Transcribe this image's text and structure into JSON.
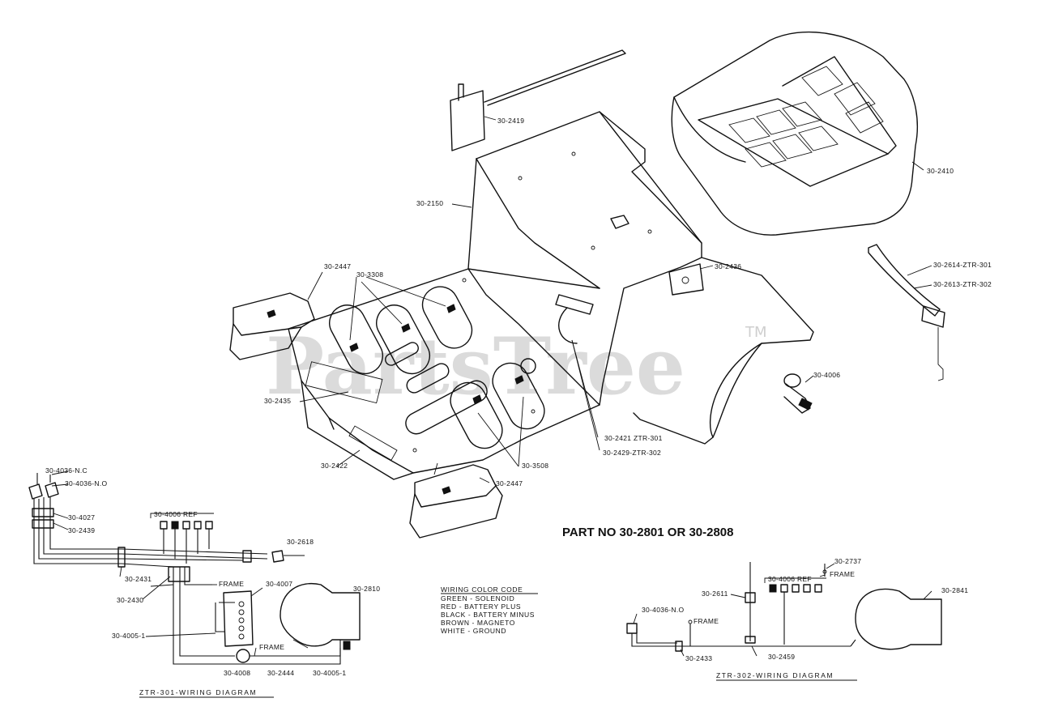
{
  "title": "PART NO 30-2801 OR 30-2808",
  "watermark": "PartsTree",
  "trademark": "TM",
  "part_labels": [
    {
      "id": "p2419",
      "text": "30-2419"
    },
    {
      "id": "p2150",
      "text": "30-2150"
    },
    {
      "id": "p2410",
      "text": "30-2410"
    },
    {
      "id": "p2447a",
      "text": "30-2447"
    },
    {
      "id": "p3308",
      "text": "30-3308"
    },
    {
      "id": "p2436",
      "text": "30-2436"
    },
    {
      "id": "p2614",
      "text": "30-2614-ZTR-301"
    },
    {
      "id": "p2613",
      "text": "30-2613-ZTR-302"
    },
    {
      "id": "p2435",
      "text": "30-2435"
    },
    {
      "id": "p4006",
      "text": "30-4006"
    },
    {
      "id": "p2421",
      "text": "30-2421 ZTR-301"
    },
    {
      "id": "p2429",
      "text": "30-2429-ZTR-302"
    },
    {
      "id": "p2422",
      "text": "30-2422"
    },
    {
      "id": "p3508",
      "text": "30-3508"
    },
    {
      "id": "p2447b",
      "text": "30-2447"
    }
  ],
  "ztr301": {
    "caption": "ZTR-301-WIRING DIAGRAM",
    "labels": [
      {
        "id": "w1",
        "text": "30-4036-N.C"
      },
      {
        "id": "w2",
        "text": "30-4036-N.O"
      },
      {
        "id": "w3",
        "text": "30-4027"
      },
      {
        "id": "w4",
        "text": "30-2439"
      },
      {
        "id": "w5",
        "text": "30-4006 REF"
      },
      {
        "id": "w6",
        "text": "30-2618"
      },
      {
        "id": "w7",
        "text": "30-2431"
      },
      {
        "id": "w8",
        "text": "30-2430"
      },
      {
        "id": "w9",
        "text": "FRAME"
      },
      {
        "id": "w10",
        "text": "30-4007"
      },
      {
        "id": "w11",
        "text": "30-2810"
      },
      {
        "id": "w12",
        "text": "30-4005-1"
      },
      {
        "id": "w13",
        "text": "FRAME"
      },
      {
        "id": "w14",
        "text": "30-4008"
      },
      {
        "id": "w15",
        "text": "30-2444"
      },
      {
        "id": "w16",
        "text": "30-4005-1"
      }
    ]
  },
  "ztr302": {
    "caption": "ZTR-302-WIRING DIAGRAM",
    "labels": [
      {
        "id": "z1",
        "text": "30-2737"
      },
      {
        "id": "z2",
        "text": "FRAME"
      },
      {
        "id": "z3",
        "text": "30-4006 REF"
      },
      {
        "id": "z4",
        "text": "30-2611"
      },
      {
        "id": "z5",
        "text": "30-2841"
      },
      {
        "id": "z6",
        "text": "30-4036-N.O"
      },
      {
        "id": "z7",
        "text": "FRAME"
      },
      {
        "id": "z8",
        "text": "30-2459"
      },
      {
        "id": "z9",
        "text": "30-2433"
      }
    ]
  },
  "wiring_color_code": {
    "heading": "WIRING COLOR CODE",
    "lines": [
      "GREEN - SOLENOID",
      "RED   - BATTERY PLUS",
      "BLACK - BATTERY MINUS",
      "BROWN - MAGNETO",
      "WHITE - GROUND"
    ]
  }
}
